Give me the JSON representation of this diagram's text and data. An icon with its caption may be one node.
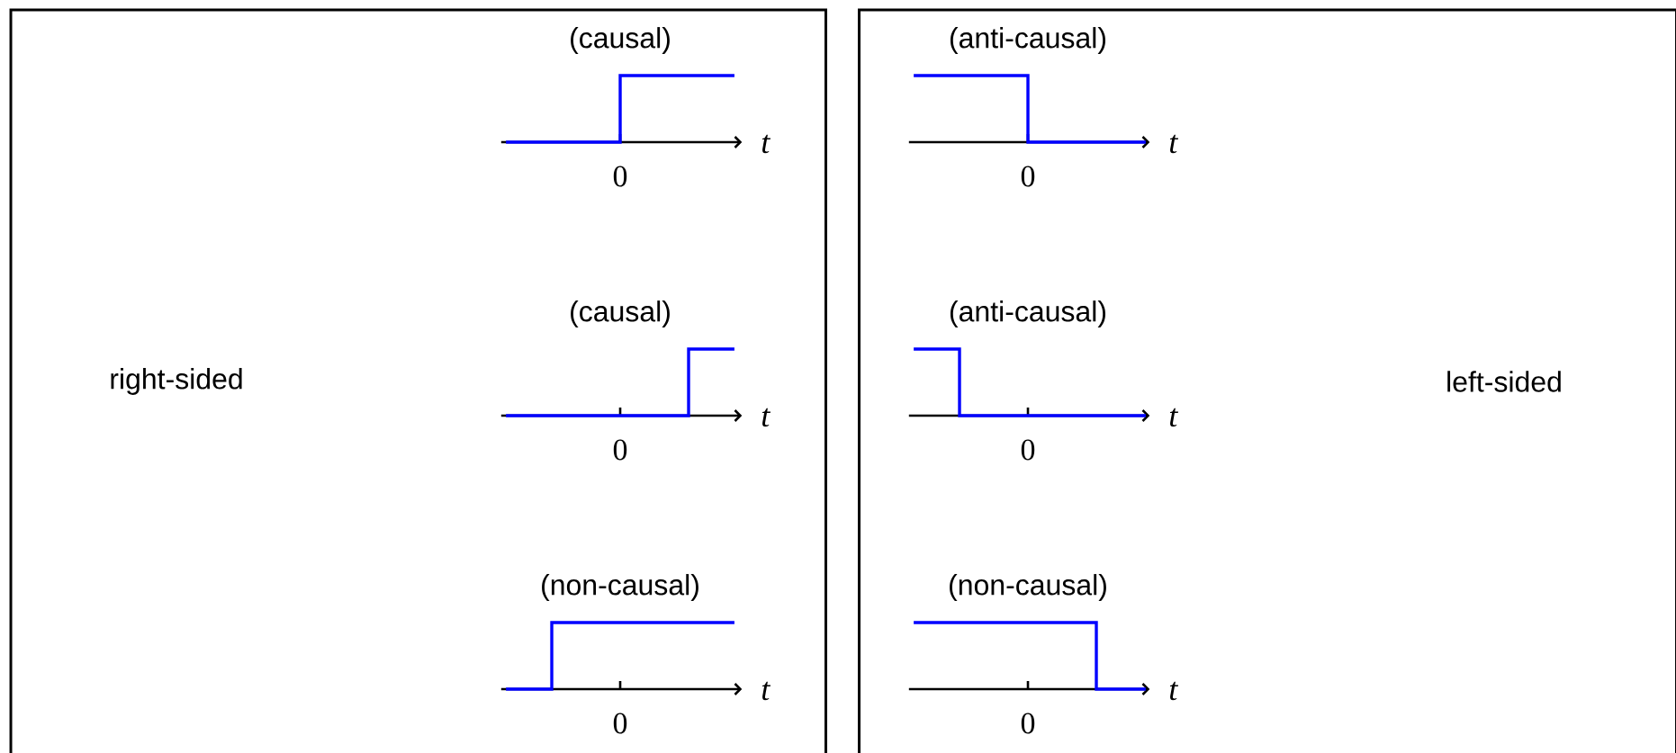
{
  "diagram": {
    "nodes": [
      {
        "text": [
          "right-sided"
        ]
      },
      {
        "text": [
          "left-sided"
        ]
      }
    ],
    "labels": [
      "(causal)",
      "(anti-causal)",
      "t",
      "t",
      "0",
      "0",
      "(causal)",
      "(anti-causal)",
      "t",
      "t",
      "0",
      "0",
      "(non-causal)",
      "(non-causal)",
      "t",
      "t",
      "0",
      "0"
    ]
  }
}
